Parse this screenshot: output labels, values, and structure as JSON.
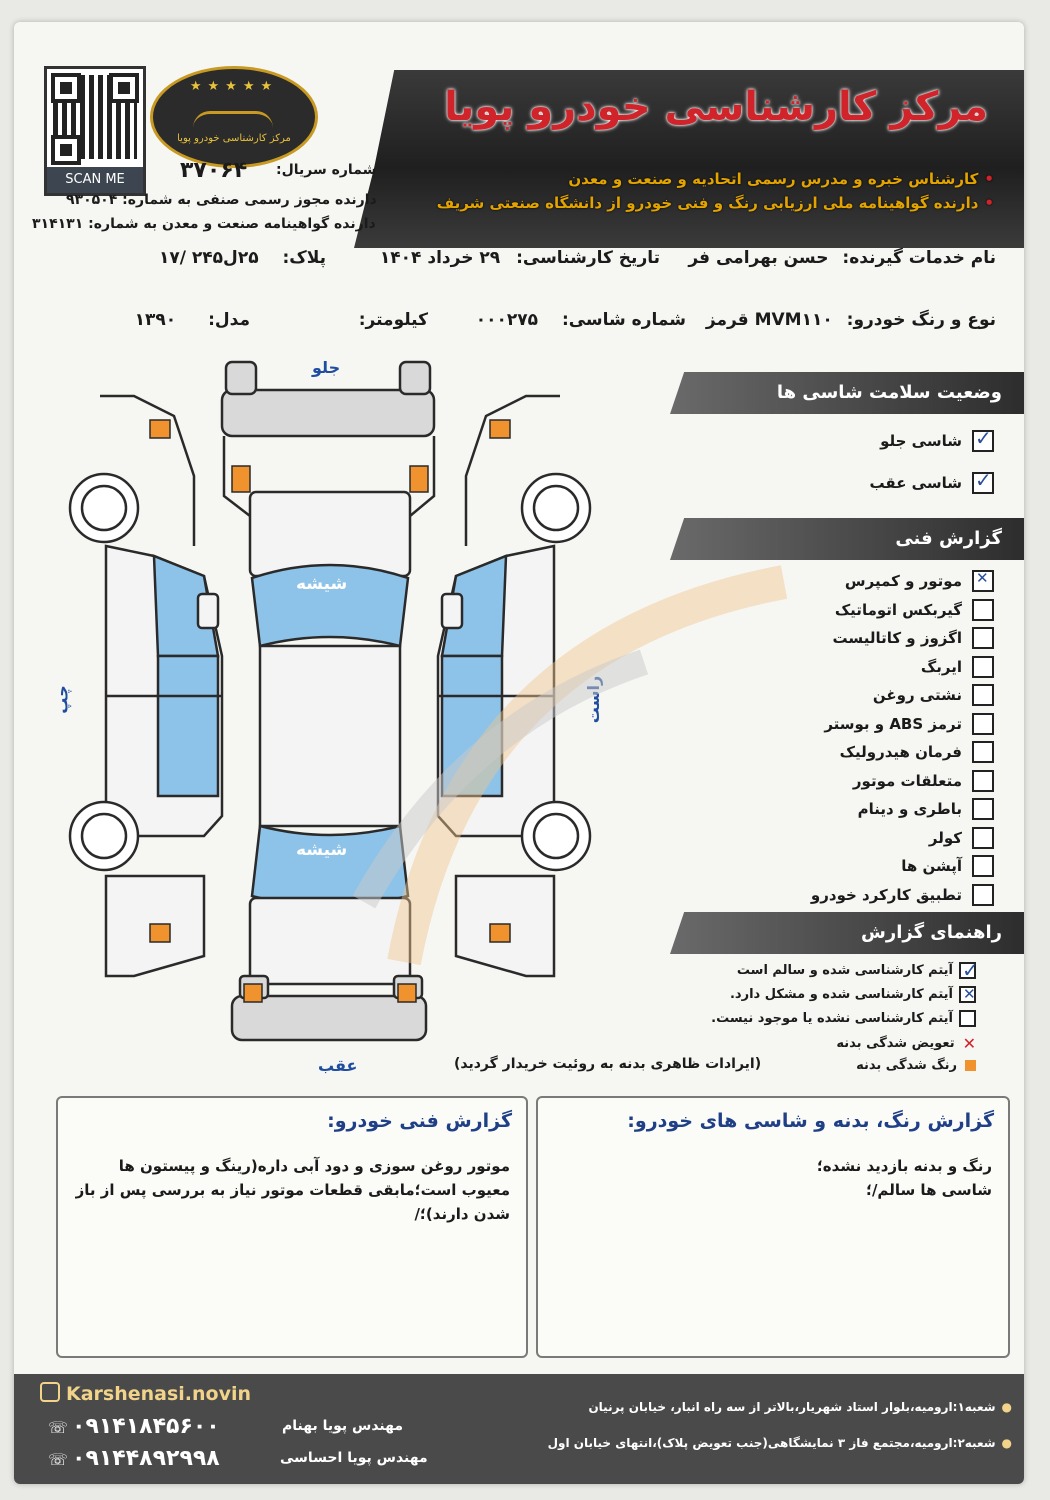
{
  "header": {
    "title": "مرکز کارشناسی خودرو پویا",
    "line1": "کارشناس خبره و مدرس رسمی اتحادیه و صنعت و معدن",
    "line2": "دارنده گواهینامه ملی ارزیابی رنگ و فنی خودرو از دانشگاه صنعتی شریف",
    "scan_label": "SCAN ME",
    "serial_label": "شماره سریال:",
    "serial_value": "۳۷۰۶۴",
    "license1": "دارنده مجوز رسمی صنفی به شماره: ۹۳۰۵۰۴",
    "license2": "دارنده گواهینامه صنعت و معدن به شماره: ۳۱۴۱۳۱",
    "logo_text": "مرکز کارشناسی خودرو پویا"
  },
  "fields": {
    "client_label": "نام خدمات گیرنده:",
    "client_value": "حسن بهرامی فر",
    "date_label": "تاریخ کارشناسی:",
    "date_value": "۲۹ خرداد ۱۴۰۴",
    "plate_label": "پلاک:",
    "plate_value": "۲۵ل۲۴۵ /۱۷",
    "type_label": "نوع و رنگ خودرو:",
    "type_value": "MVM۱۱۰ قرمز",
    "chassis_label": "شماره شاسی:",
    "chassis_value": "۰۰۰۲۷۵",
    "km_label": "کیلومتر:",
    "km_value": "",
    "model_label": "مدل:",
    "model_value": "۱۳۹۰"
  },
  "diagram": {
    "front": "جلو",
    "rear": "عقب",
    "right": "راست",
    "left": "چپ",
    "glass_front": "شیشه",
    "glass_rear": "شیشه"
  },
  "chassis_section": {
    "title": "وضعیت سلامت شاسی ها",
    "items": [
      {
        "label": "شاسی جلو",
        "state": "tick"
      },
      {
        "label": "شاسی عقب",
        "state": "tick"
      }
    ]
  },
  "tech_section": {
    "title": "گزارش فنی",
    "items": [
      {
        "label": "موتور و کمپرس",
        "state": "x"
      },
      {
        "label": "گیربکس اتوماتیک",
        "state": "empty"
      },
      {
        "label": "اگزوز و کاتالیست",
        "state": "empty"
      },
      {
        "label": "ایربگ",
        "state": "empty"
      },
      {
        "label": "نشتی روغن",
        "state": "empty"
      },
      {
        "label": "ترمز ABS و بوستر",
        "state": "empty"
      },
      {
        "label": "فرمان هیدرولیک",
        "state": "empty"
      },
      {
        "label": "متعلقات موتور",
        "state": "empty"
      },
      {
        "label": "باطری و دینام",
        "state": "empty"
      },
      {
        "label": "کولر",
        "state": "empty"
      },
      {
        "label": "آپشن ها",
        "state": "empty"
      },
      {
        "label": "تطبیق کارکرد خودرو",
        "state": "empty"
      }
    ]
  },
  "legend": {
    "title": "راهنمای گزارش",
    "items": [
      "آیتم کارشناسی شده و سالم است",
      "آیتم کارشناسی شده و مشکل دارد.",
      "آیتم کارشناسی نشده یا موجود نیست.",
      "تعویض شدگی بدنه",
      "رنگ شدگی بدنه"
    ],
    "note": "(ایرادات ظاهری بدنه به روئیت خریدار گردید)"
  },
  "reports": {
    "body_title": "گزارش رنگ، بدنه و شاسی های خودرو:",
    "body_text_1": "رنگ و بدنه بازدید نشده؛",
    "body_text_2": "شاسی ها سالم/؛",
    "tech_title": "گزارش فنی خودرو:",
    "tech_text": "موتور روغن سوزی و دود آبی داره(رینگ و پیستون ها معیوب است؛مابقی قطعات موتور نیاز به بررسی پس از باز شدن دارند)؛/"
  },
  "footer": {
    "instagram": "Karshenasi.novin",
    "phone1": "۰۹۱۴۱۸۴۵۶۰۰",
    "name1": "مهندس پویا بهنام",
    "phone2": "۰۹۱۴۴۸۹۲۹۹۸",
    "name2": "مهندس پویا احساسی",
    "branch1": "شعبه۱:ارومیه،بلوار استاد شهریار،بالاتر از سه راه انبار، خیابان پرنیان",
    "branch2": "شعبه۲:ارومیه،مجتمع فاز ۳ نمایشگاهی(جنب تعویض پلاک)،انتهای خیابان اول"
  },
  "colors": {
    "accent": "#d0232a",
    "gold": "#e3a400",
    "blue": "#3f8fd2",
    "orange": "#f0922e",
    "dark": "#2d2d2d"
  }
}
